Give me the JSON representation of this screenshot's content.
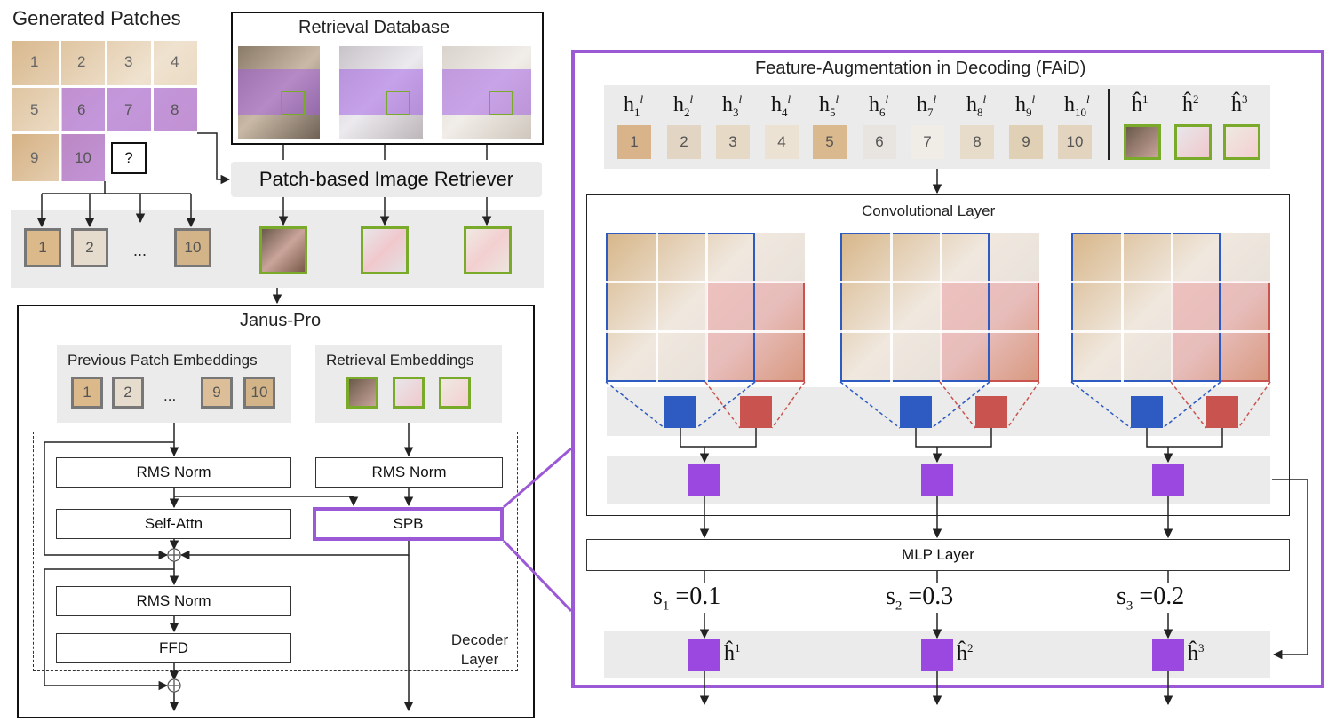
{
  "generated_patches": {
    "title": "Generated Patches",
    "numbers": [
      "1",
      "2",
      "3",
      "4",
      "5",
      "6",
      "7",
      "8",
      "9",
      "10"
    ],
    "unknown": "?"
  },
  "retrieval_db": {
    "title": "Retrieval Database"
  },
  "retriever": {
    "label": "Patch-based Image Retriever"
  },
  "row_patches": {
    "first": "1",
    "second": "2",
    "ellipsis": "...",
    "last": "10"
  },
  "janus": {
    "title": "Janus-Pro",
    "prev_embeddings": "Previous Patch Embeddings",
    "prev_items": [
      "1",
      "2",
      "...",
      "9",
      "10"
    ],
    "retrieval_embeddings": "Retrieval Embeddings",
    "rms_norm_1": "RMS Norm",
    "rms_norm_2": "RMS Norm",
    "self_attn": "Self-Attn",
    "spb": "SPB",
    "rms_norm_3": "RMS Norm",
    "ffd": "FFD",
    "decoder_layer": "Decoder Layer"
  },
  "faid": {
    "title": "Feature-Augmentation in Decoding (FAiD)",
    "h_labels": [
      "1",
      "2",
      "3",
      "4",
      "5",
      "6",
      "7",
      "8",
      "9",
      "10"
    ],
    "h_patch_numbers": [
      "1",
      "2",
      "3",
      "4",
      "5",
      "6",
      "7",
      "8",
      "9",
      "10"
    ],
    "hhat_labels": [
      "1",
      "2",
      "3"
    ],
    "conv_layer": "Convolutional Layer",
    "mlp_layer": "MLP Layer",
    "scores": [
      {
        "sub": "1",
        "value": "=0.1"
      },
      {
        "sub": "2",
        "value": "=0.3"
      },
      {
        "sub": "3",
        "value": "=0.2"
      }
    ]
  },
  "colors": {
    "purple": "#9a48e0",
    "frame_purple": "#9b59d6",
    "green": "#7aaa2a",
    "blue": "#2d5bc2",
    "red": "#c9534f",
    "panel_gray": "#ebebeb"
  }
}
